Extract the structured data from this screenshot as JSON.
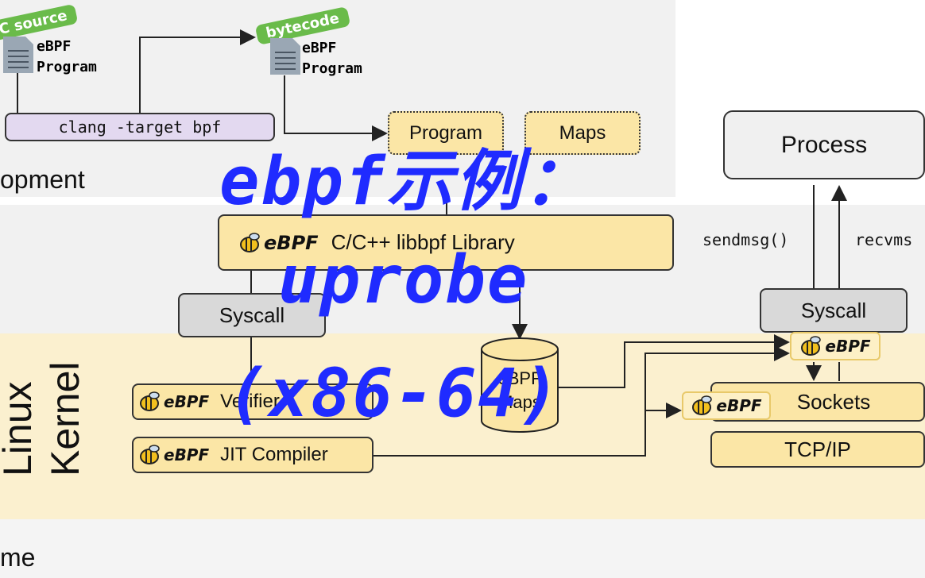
{
  "overlay_title": {
    "line1": "ebpf示例：",
    "line2": "uprobe",
    "line3": "(x86-64)"
  },
  "tags": {
    "c_source": "C source",
    "bytecode": "bytecode"
  },
  "program_doc_left": {
    "line1": "eBPF",
    "line2": "Program"
  },
  "program_doc_right": {
    "line1": "eBPF",
    "line2": "Program"
  },
  "clang_label": "clang -target bpf",
  "program_box": "Program",
  "maps_box": "Maps",
  "development_label": "opment",
  "library_box": {
    "brand": "eBPF",
    "label": "C/C++ libbpf Library"
  },
  "syscall_left": "Syscall",
  "syscall_right": "Syscall",
  "process_label": "Process",
  "sendmsg_label": "sendmsg()",
  "recvmsg_label": "recvms",
  "kernel_label": {
    "line1": "Linux",
    "line2": "Kernel"
  },
  "verifier_box": {
    "brand": "eBPF",
    "label": "Verifier"
  },
  "jit_box": {
    "brand": "eBPF",
    "label": "JIT Compiler"
  },
  "maps_cylinder": {
    "line1": "eBPF",
    "line2": "Maps"
  },
  "sockets_box": "Sockets",
  "tcpip_box": "TCP/IP",
  "ebpf_hook_top": "eBPF",
  "ebpf_hook_sockets": "eBPF",
  "runtime_label": "me",
  "colors": {
    "overlay_blue": "#1f2bff",
    "tag_green": "#6abb4a",
    "box_yellow": "#fbe6a6",
    "kernel_band": "#fbf0cf"
  }
}
